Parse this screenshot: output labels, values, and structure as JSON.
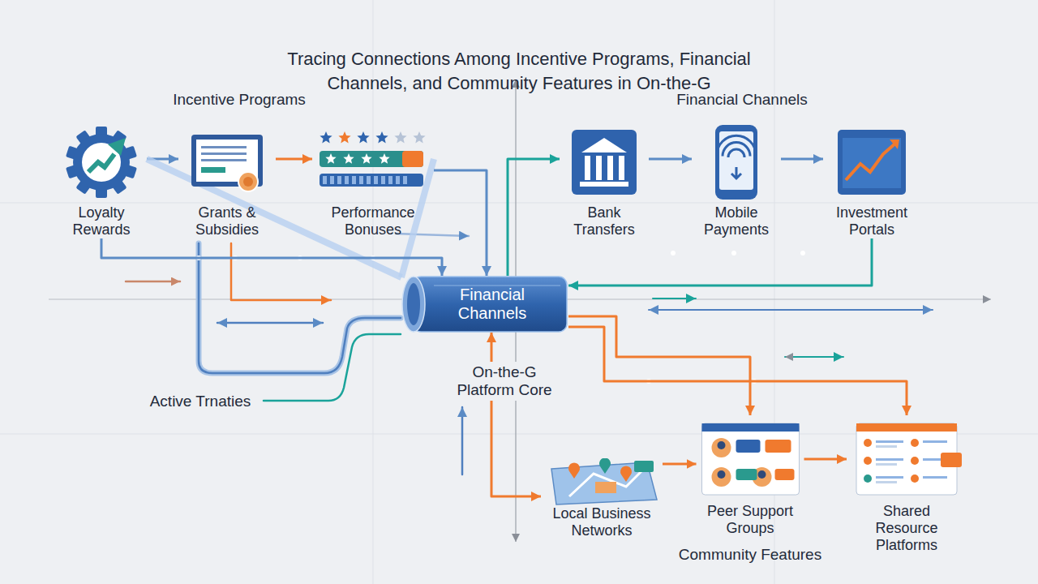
{
  "diagram": {
    "title": "Tracing Connections Among Incentive Programs, Financial Channels, and Community Features in On-the-G",
    "nodes": [
      {
        "text": [
          "Loyalty Rewards"
        ]
      },
      {
        "text": [
          "Grants & Subsidies"
        ]
      },
      {
        "text": [
          "Performance Bonuses"
        ]
      },
      {
        "text": [
          "Bank Transfers"
        ]
      },
      {
        "text": [
          "Mobile Payments"
        ]
      },
      {
        "text": [
          "Investment Portals"
        ]
      },
      {
        "text": [
          "Financial Channels"
        ]
      },
      {
        "text": [
          "Local Business Networks"
        ]
      },
      {
        "text": [
          "Peer Support Groups"
        ]
      },
      {
        "text": [
          "Shared Resource Platforms"
        ]
      }
    ],
    "edges": [
      {
        "from": 0,
        "to": 1,
        "arrow": "to"
      },
      {
        "from": 1,
        "to": 2,
        "arrow": "to"
      },
      {
        "from": 2,
        "to": 6,
        "arrow": "to"
      },
      {
        "from": 6,
        "to": 3,
        "arrow": "to"
      },
      {
        "from": 3,
        "to": 4,
        "arrow": "to"
      },
      {
        "from": 4,
        "to": 5,
        "arrow": "to"
      },
      {
        "from": 5,
        "to": 6,
        "arrow": "to"
      },
      {
        "from": 0,
        "to": 6,
        "arrow": "to"
      },
      {
        "from": 6,
        "to": 7,
        "arrow": "both"
      },
      {
        "from": 6,
        "to": 8,
        "arrow": "to"
      },
      {
        "from": 6,
        "to": 9,
        "arrow": "to"
      },
      {
        "from": 7,
        "to": 8,
        "arrow": "to"
      },
      {
        "from": 8,
        "to": 9,
        "arrow": "to"
      }
    ],
    "labels": [
      "Incentive Programs",
      "Financial Channels",
      "On-the-G Platform Core",
      "Active Trnaties",
      "Community Features"
    ]
  }
}
